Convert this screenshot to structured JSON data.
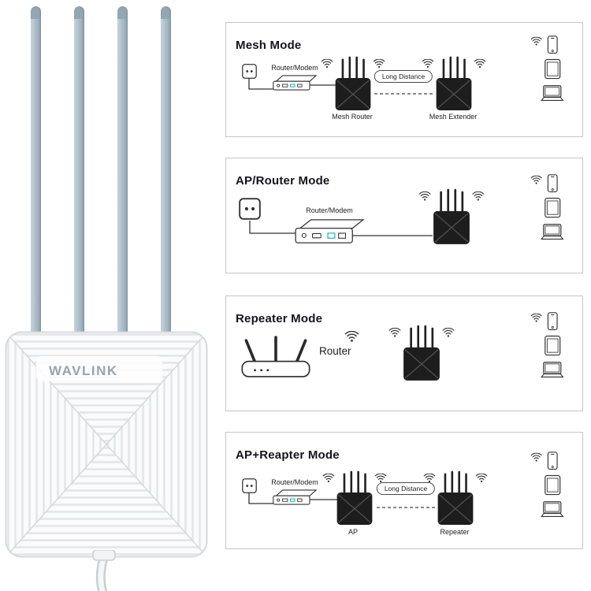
{
  "product": {
    "brand": "WAVLINK"
  },
  "colors": {
    "panel_border": "#c6c6c6",
    "antenna": "#aebfca",
    "device_black": "#1d1d1d",
    "line_art": "#333333",
    "port_accent": "#28b7bf",
    "brand_gray": "#9aa3ab"
  },
  "icons": {
    "wifi-icon": "three arcs with dot",
    "wall-outlet-icon": "square socket with two holes",
    "power-plug-icon": "square socket with two holes",
    "router-modem-icon": "3d box with ports",
    "extender-icon": "black box with four antennas",
    "wifi-router-icon": "white router with three antennas",
    "phone-icon": "smartphone outline",
    "tablet-icon": "tablet outline",
    "laptop-icon": "laptop outline"
  },
  "panels": [
    {
      "title": "Mesh Mode",
      "labels": {
        "router_modem": "Router/Modem",
        "long_distance": "Long Distance",
        "left_device": "Mesh Router",
        "right_device": "Mesh Extender"
      }
    },
    {
      "title": "AP/Router Mode",
      "labels": {
        "router_modem": "Router/Modem"
      }
    },
    {
      "title": "Repeater Mode",
      "labels": {
        "router": "Router"
      }
    },
    {
      "title": "AP+Reapter Mode",
      "labels": {
        "router_modem": "Router/Modem",
        "long_distance": "Long Distance",
        "left_device": "AP",
        "right_device": "Repeater"
      }
    }
  ]
}
